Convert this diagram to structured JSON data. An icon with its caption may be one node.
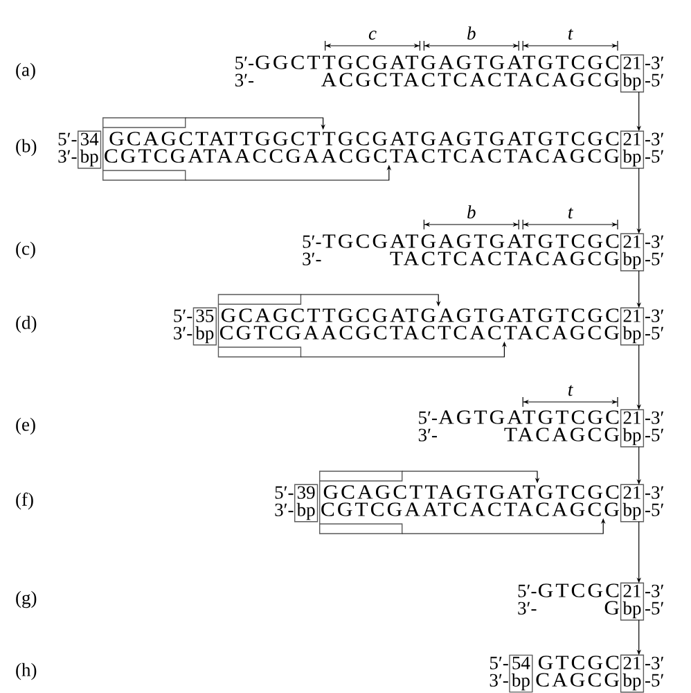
{
  "diagram": {
    "nodes": [
      {
        "text": [
          "21 bp"
        ]
      },
      {
        "text": [
          "34 bp"
        ]
      },
      {
        "text": [],
        "shape": "box"
      },
      {
        "text": [
          "GCAGCTATTGGCTTGCGATGAGTGATGTCGC"
        ]
      },
      {
        "text": [
          "CGTCGATAACCGAACGCTACTCACTACAGCG"
        ]
      },
      {
        "text": [
          "21 bp"
        ]
      },
      {
        "text": [
          "21 bp"
        ]
      },
      {
        "text": [
          "35 bp"
        ]
      },
      {
        "text": [],
        "shape": "box"
      },
      {
        "text": [
          "GCAGCTTGCGATGAGTGATGTCGC"
        ]
      },
      {
        "text": [
          "CGTCGAACGCTACTCACTACAGCG"
        ]
      },
      {
        "text": [
          "21 bp"
        ]
      },
      {
        "text": [
          "21 bp"
        ]
      },
      {
        "text": [
          "39 bp"
        ]
      },
      {
        "text": [],
        "shape": "box"
      },
      {
        "text": [
          "GCAGCTTAGTGATGTCGC"
        ]
      },
      {
        "text": [
          "CGTCGAATCACTACAGCG"
        ]
      },
      {
        "text": [
          "21 bp"
        ]
      },
      {
        "text": [
          "21 bp"
        ]
      },
      {
        "text": [
          "54 bp"
        ]
      },
      {
        "text": [
          "21 bp"
        ]
      }
    ],
    "edges": [
      {
        "from": 0,
        "to": 5,
        "arrow": "to"
      },
      {
        "from": 2,
        "to": 3,
        "arrow": "to"
      },
      {
        "from": 2,
        "to": 4,
        "arrow": "to"
      },
      {
        "from": 5,
        "to": 6,
        "arrow": "to"
      },
      {
        "from": 6,
        "to": 11,
        "arrow": "to"
      },
      {
        "from": 8,
        "to": 9,
        "arrow": "to"
      },
      {
        "from": 8,
        "to": 10,
        "arrow": "to"
      },
      {
        "from": 11,
        "to": 12,
        "arrow": "to"
      },
      {
        "from": 12,
        "to": 17,
        "arrow": "to"
      },
      {
        "from": 14,
        "to": 15,
        "arrow": "to"
      },
      {
        "from": 14,
        "to": 16,
        "arrow": "to"
      },
      {
        "from": 17,
        "to": 18,
        "arrow": "to"
      },
      {
        "from": 18,
        "to": 20,
        "arrow": "to"
      }
    ],
    "labels": [
      "c",
      "b",
      "t",
      "(a)",
      "5′-",
      "GGCTTGCGATGAGTGATGTCGC",
      "-3′",
      "3′-",
      "ACGCTACTCACTACAGCG",
      "-5′",
      "(b)",
      "5′-",
      "-3′",
      "3′-",
      "-5′",
      "b",
      "t",
      "(c)",
      "5′-",
      "TGCGATGAGTGATGTCGC",
      "-3′",
      "3′-",
      "TACTCACTACAGCG",
      "-5′",
      "(d)",
      "5′-",
      "-3′",
      "3′-",
      "-5′",
      "t",
      "(e)",
      "5′-",
      "AGTGATGTCGC",
      "-3′",
      "3′-",
      "TACAGCG",
      "-5′",
      "(f)",
      "5′-",
      "-3′",
      "3′-",
      "-5′",
      "(g)",
      "5′-",
      "GTCGC",
      "-3′",
      "3′-",
      "G",
      "-5′",
      "(h)",
      "5′-",
      "GTCGC",
      "-3′",
      "3′-",
      "CAGCG",
      "-5′"
    ]
  }
}
